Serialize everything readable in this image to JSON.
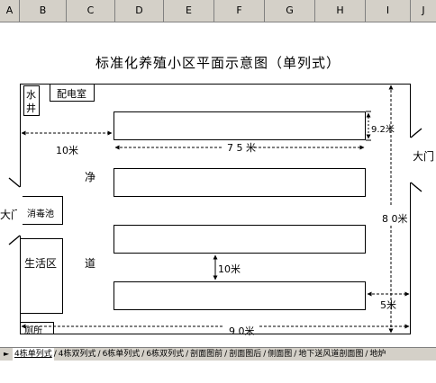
{
  "columns": [
    "A",
    "B",
    "C",
    "D",
    "E",
    "F",
    "G",
    "H",
    "I",
    "J"
  ],
  "title": "标准化养殖小区平面示意图（单列式）",
  "rooms": {
    "well_line1": "水",
    "well_line2": "井",
    "power_room": "配电室",
    "disinfection_pool": "消毒池",
    "living_area": "生活区",
    "toilet": "厕所"
  },
  "gates": {
    "left": "大门",
    "right": "大门"
  },
  "road": {
    "char1": "净",
    "char2": "道"
  },
  "dimensions": {
    "left_gap": "10米",
    "barn_length": "7 5 米",
    "barn_width": "9.2米",
    "barn_spacing": "10米",
    "right_gap": "5米",
    "site_width": "9 0米",
    "site_depth": "8 0米"
  },
  "tabs": [
    "4栋单列式",
    "4栋双列式",
    "6栋单列式",
    "6栋双列式",
    "剖面图前",
    "剖面图后",
    "侧面图",
    "地下送风道剖面图",
    "地炉"
  ],
  "tab_separator": " / ",
  "tab_nav_icon": "first-sheet-arrow"
}
